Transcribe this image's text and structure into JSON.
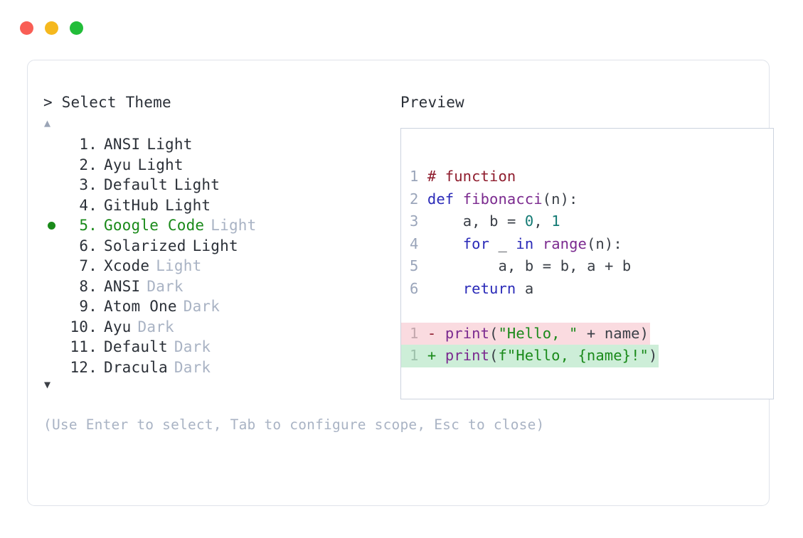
{
  "window": {
    "dots": [
      {
        "name": "close-dot",
        "color": "#f95e55"
      },
      {
        "name": "minimize-dot",
        "color": "#f5b81e"
      },
      {
        "name": "maximize-dot",
        "color": "#22bd39"
      }
    ]
  },
  "left": {
    "prompt": "> Select Theme",
    "scroll_up": "▲",
    "scroll_down": "▼",
    "selected_index": 5,
    "items": [
      {
        "index": "1.",
        "name": "ANSI",
        "suffix": "Light",
        "suffix_muted": false,
        "selected": false
      },
      {
        "index": "2.",
        "name": "Ayu",
        "suffix": "Light",
        "suffix_muted": false,
        "selected": false
      },
      {
        "index": "3.",
        "name": "Default",
        "suffix": "Light",
        "suffix_muted": false,
        "selected": false
      },
      {
        "index": "4.",
        "name": "GitHub",
        "suffix": "Light",
        "suffix_muted": false,
        "selected": false
      },
      {
        "index": "5.",
        "name": "Google Code",
        "suffix": "Light",
        "suffix_muted": true,
        "selected": true
      },
      {
        "index": "6.",
        "name": "Solarized",
        "suffix": "Light",
        "suffix_muted": false,
        "selected": false
      },
      {
        "index": "7.",
        "name": "Xcode",
        "suffix": "Light",
        "suffix_muted": true,
        "selected": false
      },
      {
        "index": "8.",
        "name": "ANSI",
        "suffix": "Dark",
        "suffix_muted": true,
        "selected": false
      },
      {
        "index": "9.",
        "name": "Atom One",
        "suffix": "Dark",
        "suffix_muted": true,
        "selected": false
      },
      {
        "index": "10.",
        "name": "Ayu",
        "suffix": "Dark",
        "suffix_muted": true,
        "selected": false
      },
      {
        "index": "11.",
        "name": "Default",
        "suffix": "Dark",
        "suffix_muted": true,
        "selected": false
      },
      {
        "index": "12.",
        "name": "Dracula",
        "suffix": "Dark",
        "suffix_muted": true,
        "selected": false
      }
    ],
    "hint": "(Use Enter to select, Tab to configure scope, Esc to close)"
  },
  "right": {
    "label": "Preview",
    "code_lines": [
      {
        "ln": "1",
        "text": "# function"
      },
      {
        "ln": "2",
        "text": "def fibonacci(n):"
      },
      {
        "ln": "3",
        "text": "    a, b = 0, 1"
      },
      {
        "ln": "4",
        "text": "    for _ in range(n):"
      },
      {
        "ln": "5",
        "text": "        a, b = b, a + b"
      },
      {
        "ln": "6",
        "text": "    return a"
      }
    ],
    "diff_lines": [
      {
        "ln": "1",
        "sign": "-",
        "text": "print(\"Hello, \" + name)",
        "kind": "del"
      },
      {
        "ln": "1",
        "sign": "+",
        "text": "print(f\"Hello, {name}!\")",
        "kind": "add"
      }
    ]
  },
  "colors": {
    "accent_green": "#1a8a1a",
    "muted": "#a9b3c4",
    "text": "#2b3038",
    "diff_del_bg": "#fadbe0",
    "diff_add_bg": "#cdeed8",
    "card_border": "#dfe3ea",
    "panel_border": "#ccd3de",
    "line_number": "#9aa5ba",
    "syntax_comment": "#8f1d2e",
    "syntax_keyword": "#2a2ab8",
    "syntax_function": "#7b2a8f",
    "syntax_number": "#137a74",
    "syntax_string": "#1a8a1a"
  }
}
